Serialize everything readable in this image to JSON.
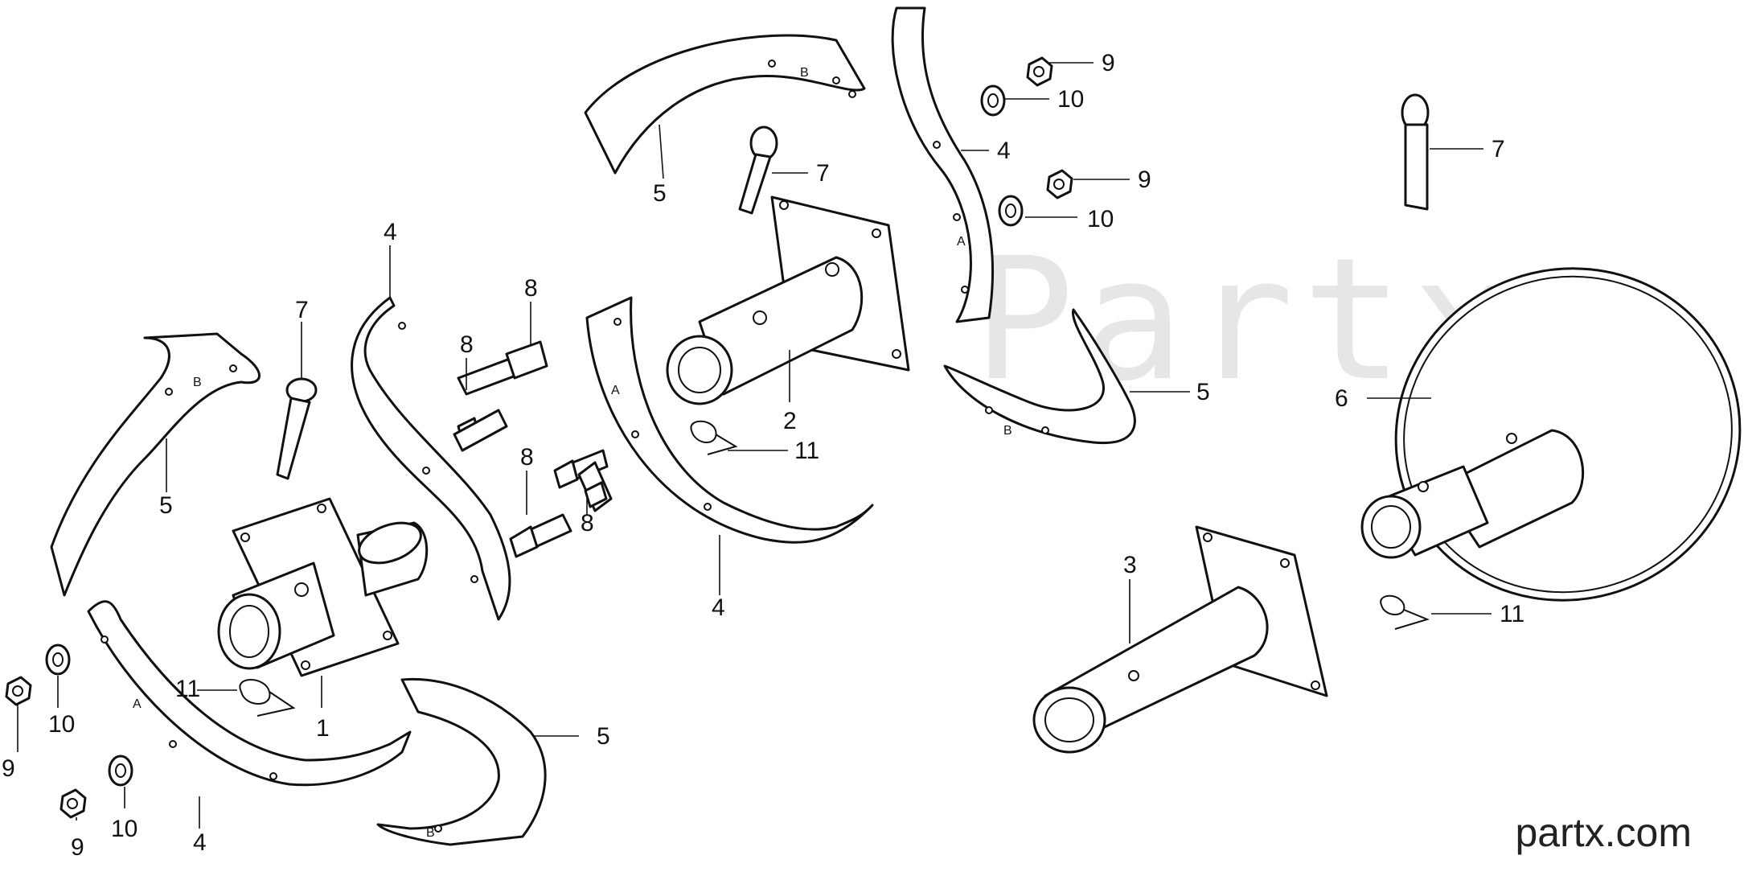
{
  "watermark": "Partx",
  "brand": "partx.com",
  "stamp_letters": {
    "a": "A",
    "b": "B"
  },
  "callouts": {
    "c1": "1",
    "c2": "2",
    "c3": "3",
    "c4": "4",
    "c5": "5",
    "c6": "6",
    "c7": "7",
    "c8": "8",
    "c9": "9",
    "c10": "10",
    "c11": "11"
  }
}
